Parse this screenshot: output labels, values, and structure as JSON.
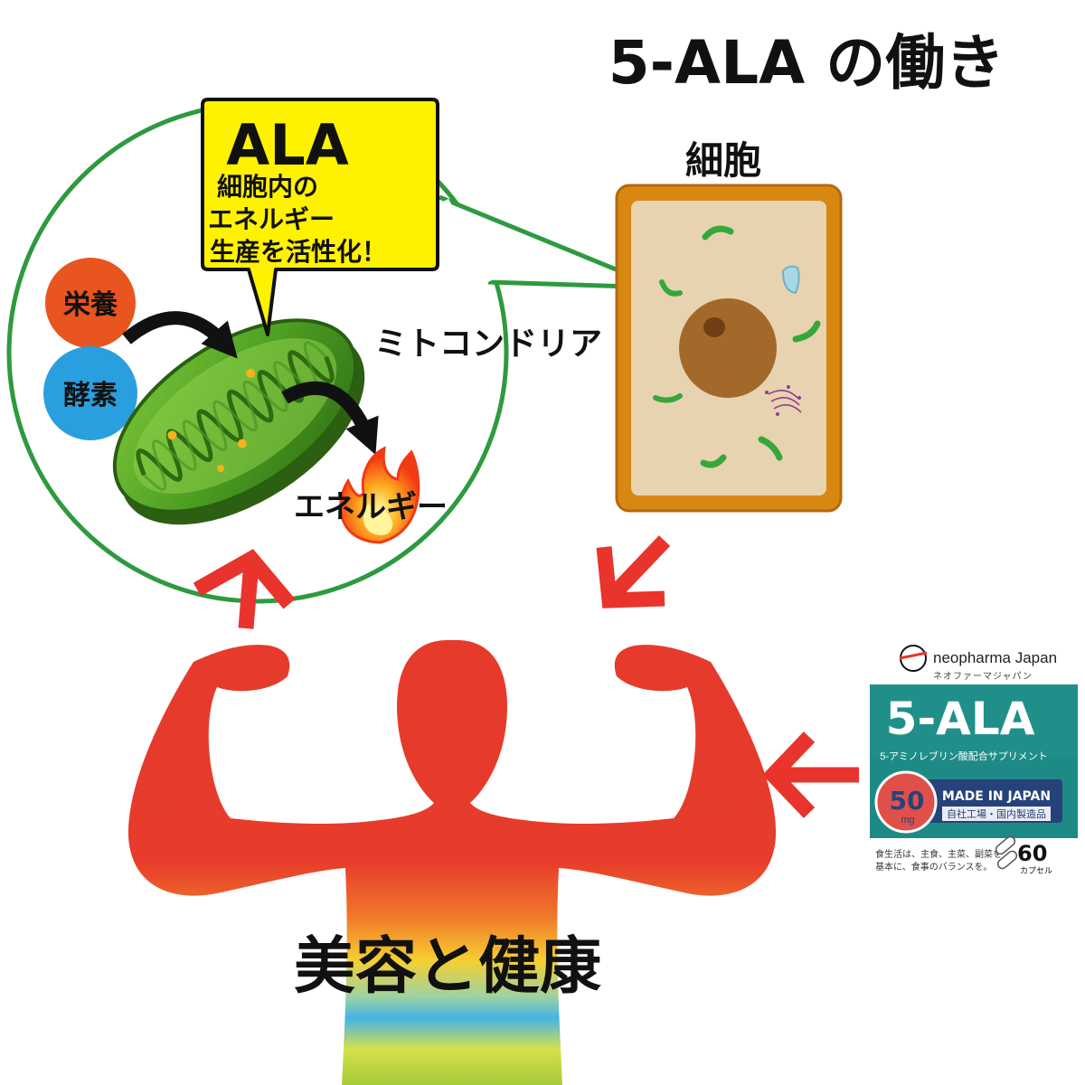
{
  "title": "5-ALA の働き",
  "cell": {
    "label": "細胞"
  },
  "mitochondria": {
    "label": "ミトコンドリア"
  },
  "callout": {
    "heading": "ALA",
    "lines": [
      "細胞内の",
      "エネルギー",
      "生産を活性化！"
    ]
  },
  "inputs": [
    {
      "label": "栄養",
      "color": "#e8551e"
    },
    {
      "label": "酵素",
      "color": "#2a9fdf"
    }
  ],
  "energy": {
    "label": "エネルギー"
  },
  "bottom": {
    "label": "美容と健康"
  },
  "product": {
    "brand": "neopharma Japan",
    "brand_kana": "ネオファーマジャパン",
    "name": "5-ALA",
    "subtitle": "5-アミノレブリン酸配合サプリメント",
    "dose_value": "50",
    "dose_unit": "mg",
    "made_in": "MADE IN JAPAN",
    "factory": "自社工場・国内製造品",
    "note_lines": [
      "食生活は、主食、主菜、副菜を",
      "基本に、食事のバランスを。"
    ],
    "capsule_count": "60",
    "capsule_unit": "カプセル"
  },
  "colors": {
    "title_text": "#111111",
    "zoom_circle": "#2e9a3f",
    "callout_fill": "#fff200",
    "cell_border": "#d88712",
    "cell_fill": "#e8d3b0",
    "nucleus": "#a3692b",
    "mito_green": "#3f9a1e",
    "arrow_red": "#e8342c",
    "package_teal": "#1d8a85",
    "package_navy": "#26427a"
  }
}
